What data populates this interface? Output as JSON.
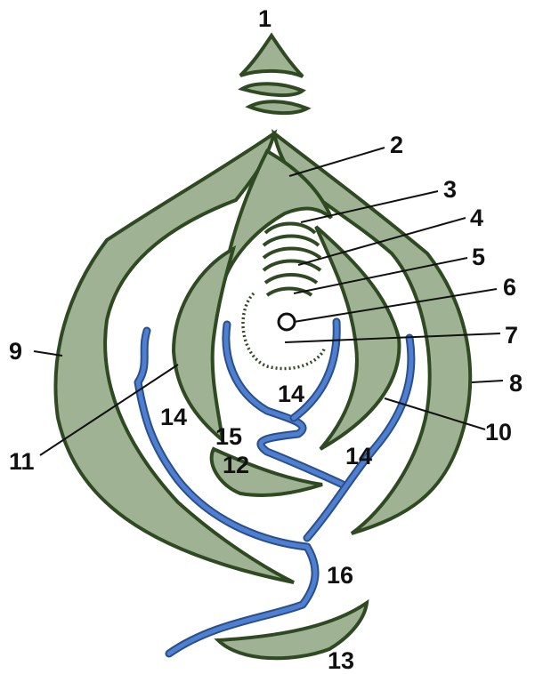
{
  "diagram": {
    "labels": {
      "l1": "1",
      "l2": "2",
      "l3": "3",
      "l4": "4",
      "l5": "5",
      "l6": "6",
      "l7": "7",
      "l8": "8",
      "l9": "9",
      "l10": "10",
      "l11": "11",
      "l12": "12",
      "l13": "13",
      "l14a": "14",
      "l14b": "14",
      "l14c": "14",
      "l15": "15",
      "l16": "16"
    },
    "colors": {
      "ridge_fill": "#9fb394",
      "ridge_edge": "#2f4a22",
      "river": "#4f7fd0",
      "river_edge": "#2a4f8a",
      "label": "#111111"
    }
  }
}
